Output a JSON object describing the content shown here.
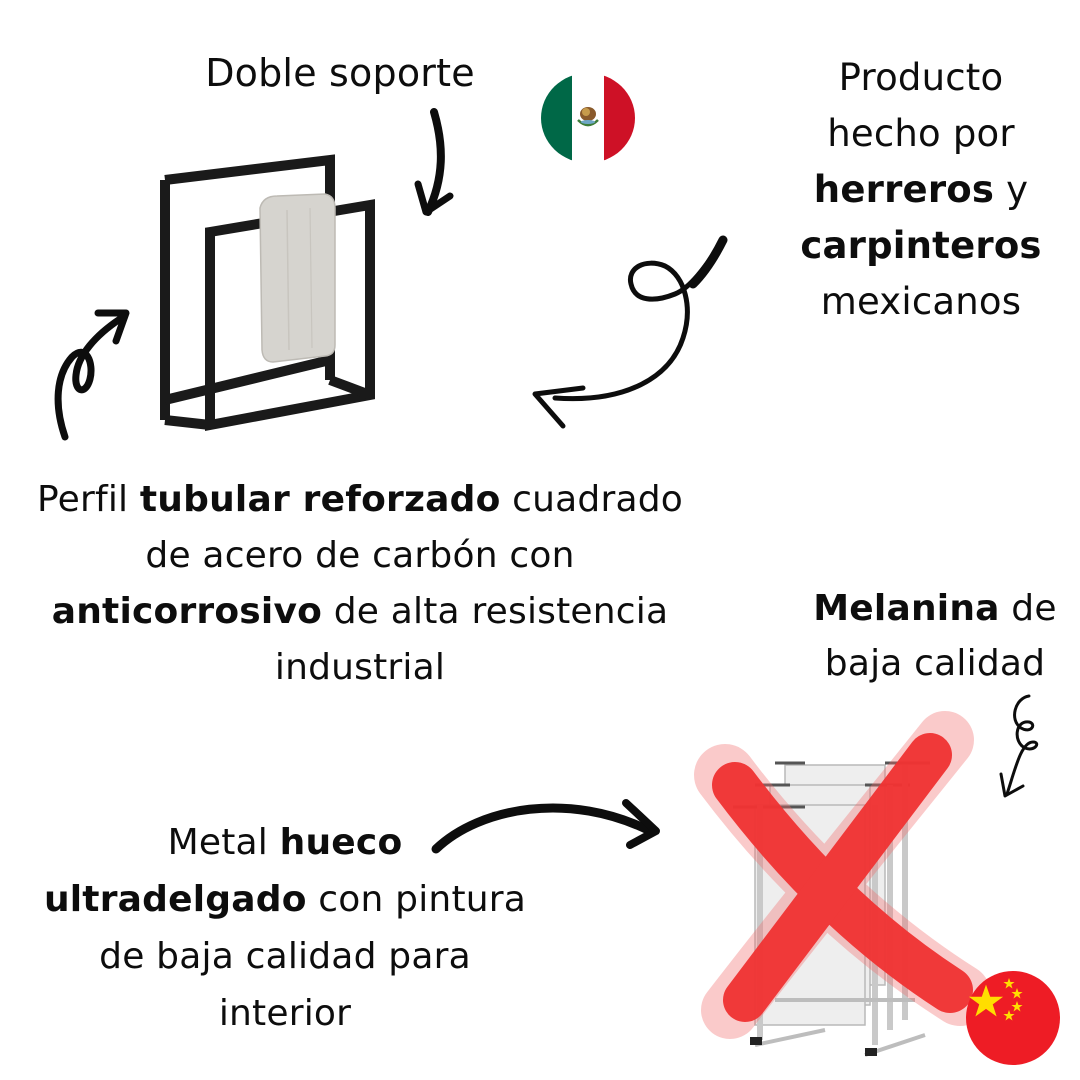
{
  "headline": {
    "doble_soporte": "Doble soporte"
  },
  "producto_block": {
    "line1": "Producto",
    "line2": "hecho por",
    "line3_bold": "herreros",
    "line3_rest": " y",
    "line4_bold": "carpinteros",
    "line5": "mexicanos"
  },
  "perfil_block": {
    "line1_pre": "Perfil ",
    "line1_bold": "tubular reforzado",
    "line1_post": " cuadrado",
    "line2": "de acero de carbón con",
    "line3_bold": "anticorrosivo",
    "line3_post": " de alta resistencia",
    "line4": "industrial"
  },
  "melanina_block": {
    "line1_bold": "Melanina",
    "line1_post": " de",
    "line2": "baja calidad"
  },
  "metal_block": {
    "line1_pre": "Metal ",
    "line1_bold": "hueco",
    "line2_bold": "ultradelgado",
    "line2_post": " con pintura",
    "line3": "de baja calidad para",
    "line4": "interior"
  },
  "icons": {
    "mexico_flag": "mexico-flag-icon",
    "china_flag": "china-flag-icon",
    "red_x": "red-x-mark-icon"
  },
  "colors": {
    "mexico_green": "#006847",
    "mexico_red": "#ce1126",
    "china_red": "#ee1c25",
    "china_yellow": "#ffde00",
    "x_red": "#f01414",
    "rack_black": "#1a1a1a",
    "towel_gray": "#d6d4cf"
  }
}
